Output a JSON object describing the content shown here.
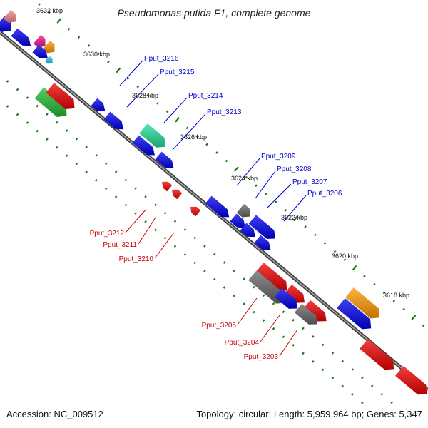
{
  "title": "Pseudomonas putida F1, complete genome",
  "footer": {
    "accession": "Accession: NC_009512",
    "topology": "Topology: circular; Length: 5,959,964 bp; Genes: 5,347"
  },
  "scale_labels": [
    "3632 kbp",
    "3630 kbp",
    "3628 kbp",
    "3626 kbp",
    "3624 kbp",
    "3622 kbp",
    "3620 kbp",
    "3618 kbp"
  ],
  "forward_gene_labels": [
    "Pput_3216",
    "Pput_3215",
    "Pput_3214",
    "Pput_3213",
    "Pput_3209",
    "Pput_3208",
    "Pput_3207",
    "Pput_3206"
  ],
  "reverse_gene_labels": [
    "Pput_3212",
    "Pput_3211",
    "Pput_3210",
    "Pput_3205",
    "Pput_3204",
    "Pput_3203"
  ],
  "colors": {
    "backbone": "#666666",
    "tick": "#1a7a1a",
    "forward_label": "#0000cc",
    "reverse_label": "#cc0000",
    "blue": "#0000ee",
    "red": "#ee0000",
    "green": "#22bb33",
    "teal": "#22dd99",
    "orange": "#ff9900",
    "gray": "#666666",
    "pink": "#f08888",
    "magenta": "#ee1188",
    "cyan": "#22ccee"
  }
}
